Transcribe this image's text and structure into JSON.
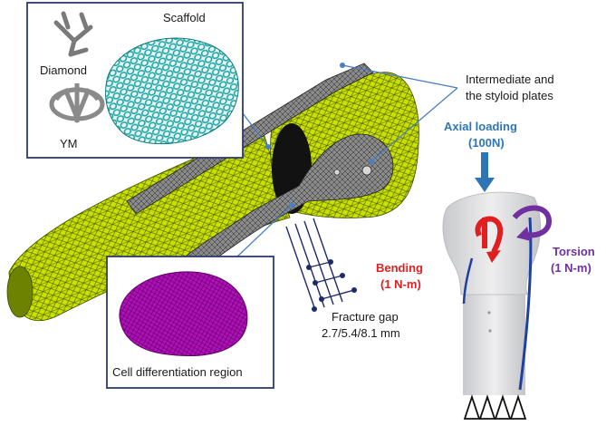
{
  "labels": {
    "scaffold": "Scaffold",
    "diamond": "Diamond",
    "ym": "YM",
    "plates_line1": "Intermediate and",
    "plates_line2": "the styloid plates",
    "axial_line1": "Axial loading",
    "axial_line2": "(100N)",
    "bending_line1": "Bending",
    "bending_line2": "(1 N-m)",
    "torsion_line1": "Torsion",
    "torsion_line2": "(1 N-m)",
    "fracture_line1": "Fracture gap",
    "fracture_line2": "2.7/5.4/8.1 mm",
    "cell_region": "Cell differentiation region"
  },
  "colors": {
    "mesh_bone": "#c9e000",
    "mesh_line": "#4a5a00",
    "scaffold": "#1fa6a6",
    "cell_region": "#b010b8",
    "plate": "#5a5a5a",
    "box_border": "#2e3a6e",
    "callout_line": "#4a7fc0",
    "axial": "#2e75b6",
    "bending": "#e02020",
    "torsion": "#7030a0",
    "model_bone": "#d9dadc"
  }
}
